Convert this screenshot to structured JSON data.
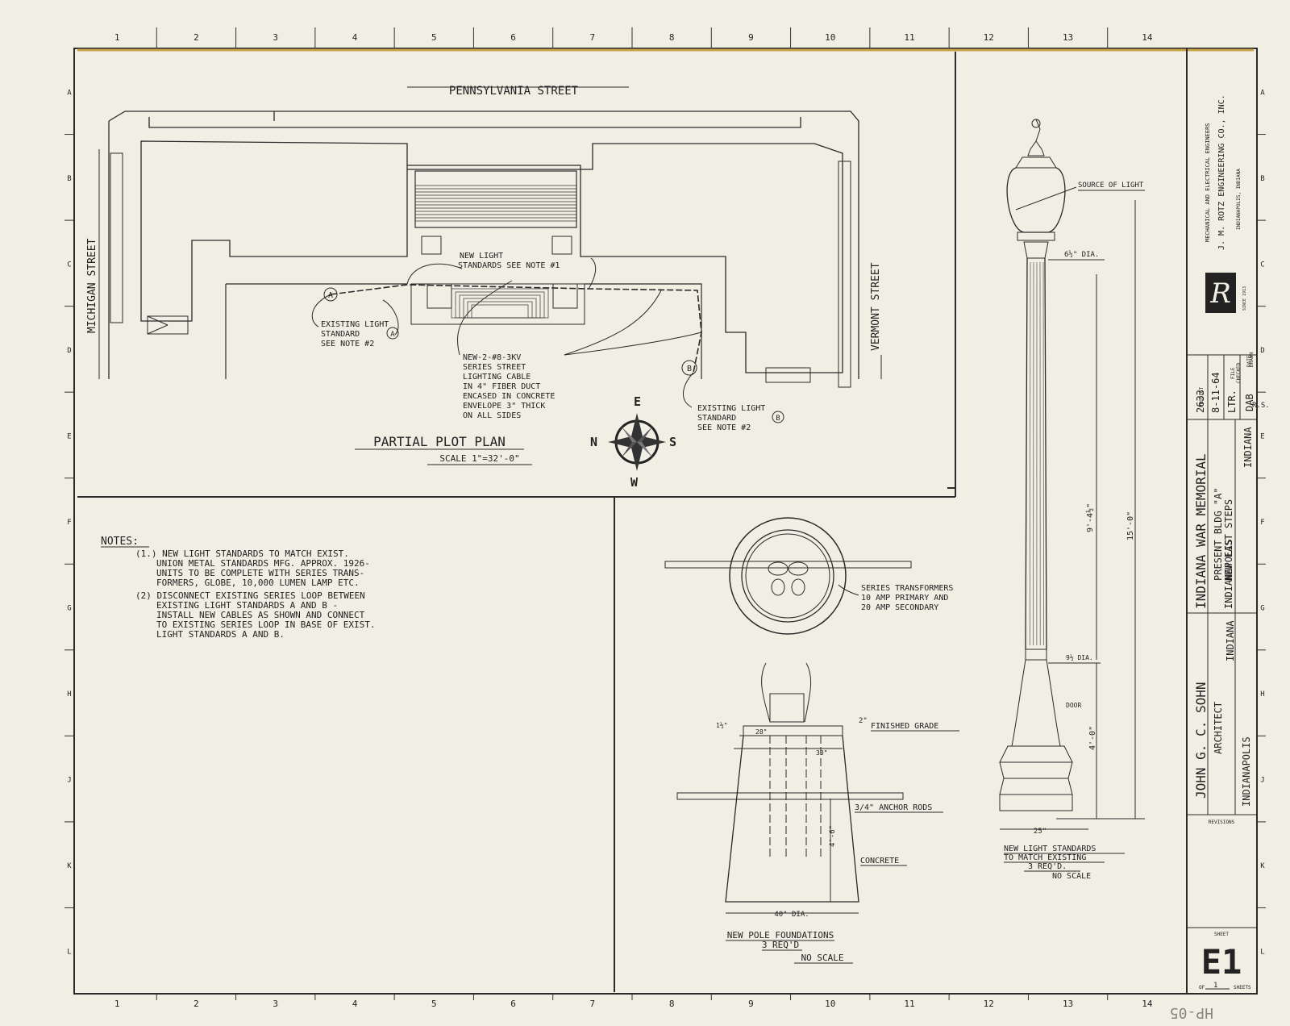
{
  "grid": {
    "cols": [
      "1",
      "2",
      "3",
      "4",
      "5",
      "6",
      "7",
      "8",
      "9",
      "10",
      "11",
      "12",
      "13",
      "14"
    ],
    "rows": [
      "A",
      "B",
      "C",
      "D",
      "E",
      "F",
      "G",
      "H",
      "J",
      "K",
      "L"
    ]
  },
  "plot_plan": {
    "street_north": "PENNSYLVANIA STREET",
    "street_west": "MICHIGAN STREET",
    "street_east": "VERMONT STREET",
    "title": "PARTIAL PLOT PLAN",
    "scale": "SCALE 1\"=32'-0\"",
    "label_new_light": [
      "NEW LIGHT",
      "STANDARDS SEE NOTE #1"
    ],
    "label_existing_a": [
      "EXISTING LIGHT",
      "STANDARD",
      "SEE NOTE #2"
    ],
    "label_cable": [
      "NEW-2-#8-3KV",
      "SERIES STREET",
      "LIGHTING CABLE",
      "IN 4\" FIBER DUCT",
      "ENCASED IN CONCRETE",
      "ENVELOPE 3\" THICK",
      "ON ALL SIDES"
    ],
    "label_existing_b": [
      "EXISTING LIGHT",
      "STANDARD",
      "SEE NOTE #2"
    ],
    "marker_a": "A",
    "marker_b": "B",
    "compass": {
      "n": "N",
      "e": "E",
      "s": "S",
      "w": "W"
    }
  },
  "notes": {
    "heading": "NOTES:",
    "note1": [
      "(1.) NEW LIGHT STANDARDS TO MATCH EXIST.",
      "UNION METAL STANDARDS MFG. APPROX. 1926-",
      "UNITS TO BE COMPLETE WITH SERIES TRANS-",
      "FORMERS, GLOBE, 10,000 LUMEN LAMP ETC."
    ],
    "note2": [
      "(2) DISCONNECT EXISTING SERIES LOOP BETWEEN",
      "EXISTING LIGHT STANDARDS A AND B -",
      "INSTALL NEW CABLES AS SHOWN AND CONNECT",
      "TO EXISTING SERIES LOOP IN BASE OF EXIST.",
      "LIGHT STANDARDS A AND B."
    ]
  },
  "foundation": {
    "series_transformers": [
      "SERIES TRANSFORMERS",
      "10 AMP PRIMARY AND",
      "20 AMP SECONDARY"
    ],
    "finished_grade": "FINISHED GRADE",
    "anchor_rods": "3/4\" ANCHOR RODS",
    "concrete": "CONCRETE",
    "dim_top": "28\"",
    "dim_mid": "30\"",
    "dim_depth": "4'-6\"",
    "dim_base": "40\" DIA.",
    "dim_1half": "1½\"",
    "dim_2": "2\"",
    "caption": [
      "NEW POLE FOUNDATIONS",
      "3 REQ'D",
      "NO SCALE"
    ]
  },
  "lamp": {
    "source_of_light": "SOURCE OF LIGHT",
    "dia_top": "6½\" DIA.",
    "dim_shaft": "9'-4½\"",
    "dim_total": "15'-0\"",
    "dia_mid": "9½ DIA.",
    "door": "DOOR",
    "dim_base": "4'-0\"",
    "dim_width": "25\"",
    "caption": [
      "NEW LIGHT STANDARDS",
      "TO MATCH EXISTING",
      "3 REQ'D.",
      "NO SCALE"
    ]
  },
  "title_block": {
    "firm_line1": "MECHANICAL AND ELECTRICAL ENGINEERS",
    "firm_name": "J. M. ROTZ ENGINEERING CO., INC.",
    "firm_city": "INDIANAPOLIS, INDIANA",
    "since": "SINCE 1913",
    "logo_letter": "R",
    "project_no_label": "PROJECT",
    "project_no": "2633",
    "date_label": "DATE",
    "date": "8-11-64",
    "file_label": "FILE",
    "file": "LTR.",
    "checked_label": "CHECKED",
    "checked": "DAB",
    "drawn_label": "DRAWN",
    "drawn": "R.S.",
    "project_title": "INDIANA WAR MEMORIAL",
    "project_sub1": "PRESENT BLDG \"A\"",
    "project_sub2": "NEW EAST STEPS",
    "project_city": "INDIANAPOLIS",
    "project_state": "INDIANA",
    "architect": "JOHN G. C. SOHN",
    "architect_role": "ARCHITECT",
    "architect_city": "INDIANAPOLIS",
    "architect_state": "INDIANA",
    "revisions_label": "REVISIONS",
    "sheet_label": "SHEET",
    "sheet_no": "E1",
    "of_label": "OF",
    "of_count": "1",
    "sheets_label": "SHEETS"
  },
  "margin_note": "HP-05"
}
